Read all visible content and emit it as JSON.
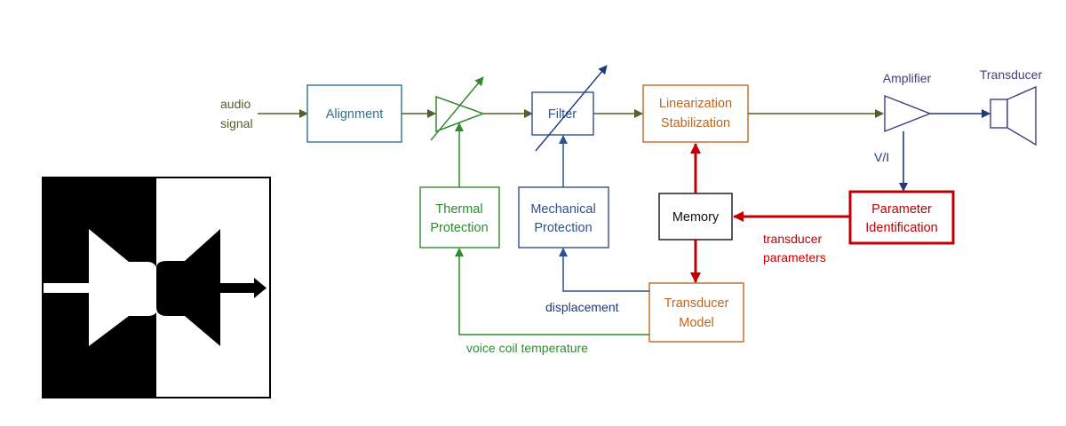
{
  "colors": {
    "olive": "#4f6228",
    "green": "#2e8b2e",
    "blue": "#2f4f8f",
    "navy": "#1f3a7a",
    "orange": "#c0651e",
    "red": "#c00000",
    "teal": "#31708f",
    "black": "#111111"
  },
  "input": {
    "line1": "audio",
    "line2": "signal"
  },
  "blocks": {
    "alignment": "Alignment",
    "filter": "Filter",
    "linearization": {
      "line1": "Linearization",
      "line2": "Stabilization"
    },
    "thermal": {
      "line1": "Thermal",
      "line2": "Protection"
    },
    "mechanical": {
      "line1": "Mechanical",
      "line2": "Protection"
    },
    "memory": "Memory",
    "parameter": {
      "line1": "Parameter",
      "line2": "Identification"
    },
    "model": {
      "line1": "Transducer",
      "line2": "Model"
    }
  },
  "labels": {
    "amplifier": "Amplifier",
    "transducer": "Transducer",
    "vi": "V/I",
    "transducer_params": {
      "line1": "transducer",
      "line2": "parameters"
    },
    "displacement": "displacement",
    "voice_coil": "voice coil temperature"
  },
  "logo": {
    "icon": "speaker-logo-icon"
  }
}
